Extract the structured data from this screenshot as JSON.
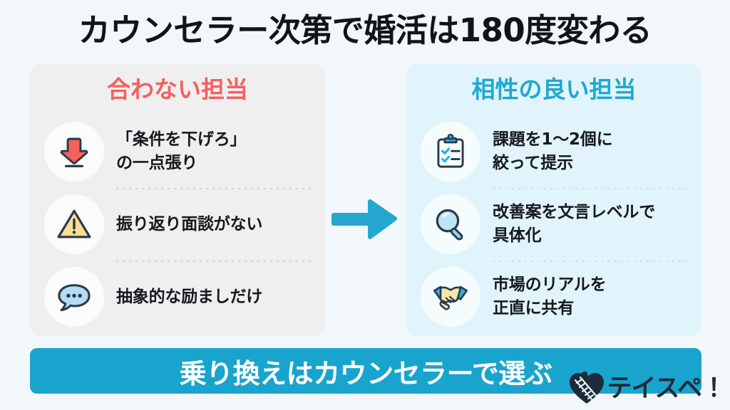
{
  "title": "カウンセラー次第で婚活は180度変わる",
  "colors": {
    "background": "#f2f7fc",
    "panel_left_bg": "#efeff0",
    "panel_right_bg": "#e1f4fb",
    "negative_accent": "#f4615e",
    "positive_accent": "#1fa8d4",
    "banner_bg": "#19a4cd",
    "text_dark": "#15181c",
    "icon_outline": "#2b3a4d",
    "warning_yellow": "#f8e08e",
    "bubble_blue": "#b6dcf4"
  },
  "panels": {
    "negative": {
      "heading": "合わない担当",
      "items": [
        {
          "icon": "down-arrow-icon",
          "line1": "「条件を下げろ」",
          "line2": "の一点張り"
        },
        {
          "icon": "warning-triangle-icon",
          "line1": "振り返り面談がない",
          "line2": ""
        },
        {
          "icon": "speech-bubble-icon",
          "line1": "抽象的な励ましだけ",
          "line2": ""
        }
      ]
    },
    "positive": {
      "heading": "相性の良い担当",
      "items": [
        {
          "icon": "clipboard-checklist-icon",
          "line1": "課題を1〜2個に",
          "line2": "絞って提示"
        },
        {
          "icon": "magnifying-glass-icon",
          "line1": "改善案を文言レベルで",
          "line2": "具体化"
        },
        {
          "icon": "handshake-icon",
          "line1": "市場のリアルを",
          "line2": "正直に共有"
        }
      ]
    }
  },
  "arrow": {
    "icon": "right-arrow-icon"
  },
  "banner": {
    "text": "乗り換えはカウンセラーで選ぶ"
  },
  "watermark": {
    "logo": "heart-ladder-logo-icon",
    "text": "テイスペ！"
  }
}
